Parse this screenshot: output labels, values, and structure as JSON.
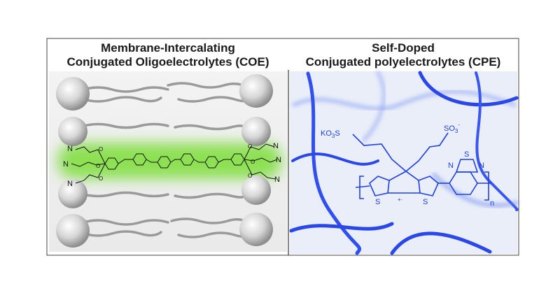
{
  "panels": {
    "left": {
      "title_line1": "Membrane-Intercalating",
      "title_line2": "Conjugated Oligoelectrolytes (COE)",
      "ammonium_label": "N",
      "oxygen_label": "O"
    },
    "right": {
      "title_line1": "Self-Doped",
      "title_line2": "Conjugated polyelectrolytes (CPE)",
      "potassium_sulfonate": "KO",
      "sulfonate": "SO",
      "sub3": "3",
      "superscript_minus": "-",
      "sulfur": "S",
      "nitrogen": "N",
      "radical_cation": "+·",
      "repeat_n": "n"
    }
  },
  "colors": {
    "membrane_bead": "#cfcfcf",
    "lipid_tail": "#9a9a9a",
    "coe_glow": "#7cdc3c",
    "cpe_blue": "#1f3ee6",
    "cpe_background": "#e9eef9",
    "frame": "#444444"
  }
}
